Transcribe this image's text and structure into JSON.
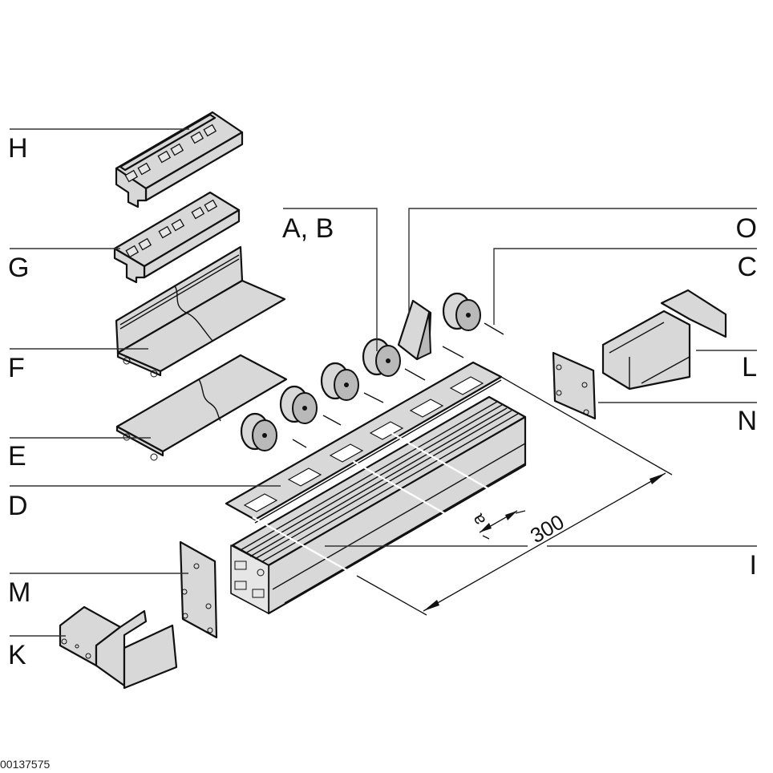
{
  "figure": {
    "title": "Exploded view of conveyor profile assembly",
    "document_id": "00137575",
    "dimension_label_length": "300",
    "dimension_label_pitch": "a"
  },
  "callouts": [
    {
      "id": "H",
      "label": "H",
      "part": "double-width chain guide insert"
    },
    {
      "id": "G",
      "label": "G",
      "part": "chain guide insert"
    },
    {
      "id": "F",
      "label": "F",
      "part": "cover profile with side wall"
    },
    {
      "id": "E",
      "label": "E",
      "part": "flat cover profile"
    },
    {
      "id": "D",
      "label": "D",
      "part": "roller chain track"
    },
    {
      "id": "M",
      "label": "M",
      "part": "end plate (left)"
    },
    {
      "id": "K",
      "label": "K",
      "part": "end cap (left)"
    },
    {
      "id": "AB",
      "label": "A, B",
      "part": "rollers"
    },
    {
      "id": "O",
      "label": "O",
      "part": "bracket"
    },
    {
      "id": "C",
      "label": "C",
      "part": "axle pin"
    },
    {
      "id": "L",
      "label": "L",
      "part": "end cap (right)"
    },
    {
      "id": "N",
      "label": "N",
      "part": "end plate (right)"
    },
    {
      "id": "I",
      "label": "I",
      "part": "base profile"
    }
  ],
  "colors": {
    "part_fill": "#d8d8d8",
    "outline": "#111111",
    "background": "#ffffff"
  }
}
